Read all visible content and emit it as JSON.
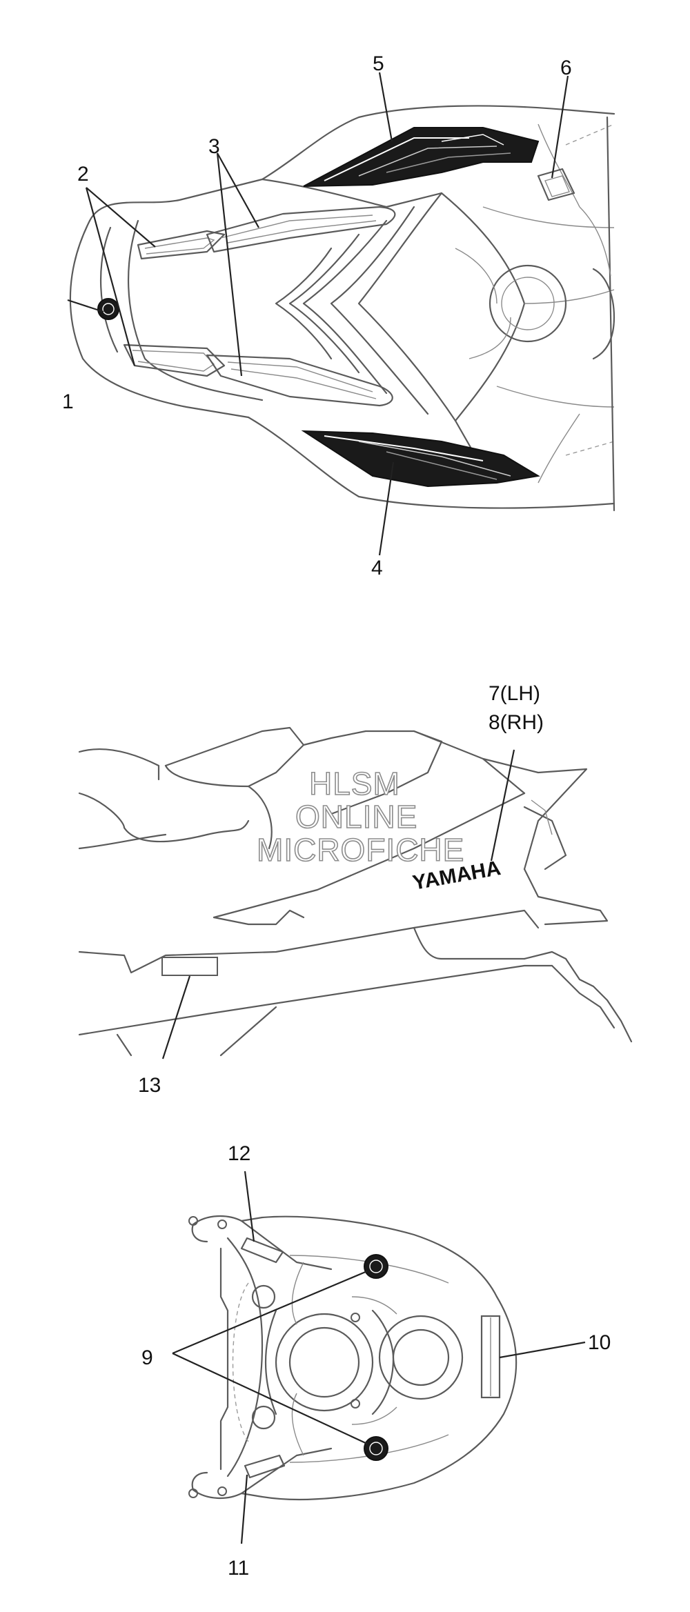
{
  "callouts": {
    "c1": "1",
    "c2": "2",
    "c3": "3",
    "c4": "4",
    "c5": "5",
    "c6": "6",
    "c7": "7(LH)",
    "c8": "8(RH)",
    "c9": "9",
    "c10": "10",
    "c11": "11",
    "c12": "12",
    "c13": "13"
  },
  "decal_text": "YAMAHA",
  "watermark": {
    "line1": "HLSM",
    "line2": "ONLINE",
    "line3": "MICROFICHE"
  }
}
